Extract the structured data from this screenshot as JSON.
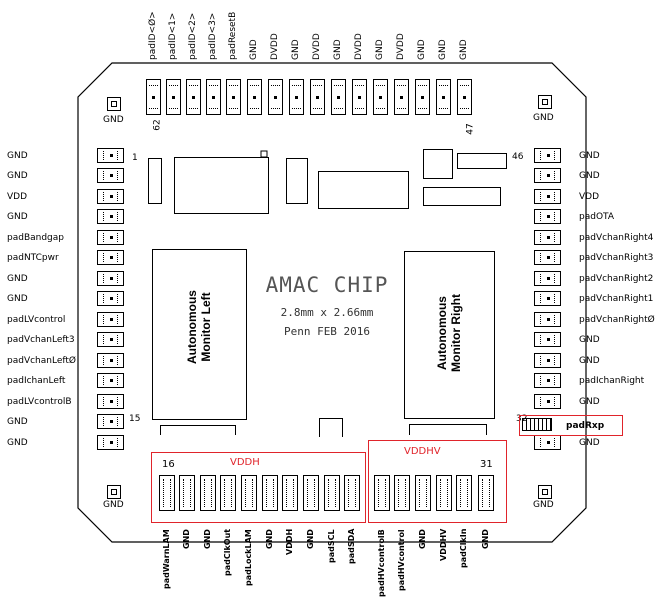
{
  "chip_title": "AMAC CHIP",
  "chip_size": "2.8mm x 2.66mm",
  "chip_org": "Penn FEB 2016",
  "monitor_left": [
    "Autonomous",
    "Monitor Left"
  ],
  "monitor_right": [
    "Autonomous",
    "Monitor Right"
  ],
  "corner_gnd": "GND",
  "left_pins": [
    "GND",
    "GND",
    "VDD",
    "GND",
    "padBandgap",
    "padNTCpwr",
    "GND",
    "GND",
    "padLVcontrol",
    "padVchanLeft3",
    "padVchanLeftØ",
    "padIchanLeft",
    "padLVcontrolB",
    "GND",
    "GND"
  ],
  "right_pins": [
    "GND",
    "GND",
    "VDD",
    "padOTA",
    "padVchanRight4",
    "padVchanRight3",
    "padVchanRight2",
    "padVchanRight1",
    "padVchanRightØ",
    "GND",
    "GND",
    "padIchanRight",
    "GND",
    "padRxp",
    "GND"
  ],
  "top_pins": [
    "padID<Ø>",
    "padID<1>",
    "padID<2>",
    "padID<3>",
    "padResetB",
    "GND",
    "DVDD",
    "GND",
    "DVDD",
    "GND",
    "DVDD",
    "GND",
    "DVDD",
    "GND",
    "GND",
    "GND"
  ],
  "bottom_pins_vddh": [
    "padWarnLAM",
    "GND",
    "GND",
    "padClkOut",
    "padLockLAM",
    "GND",
    "VDDH",
    "GND",
    "padSCL",
    "padSDA"
  ],
  "bottom_pins_vddhv": [
    "padHVcontrolB",
    "padHVcontrol",
    "GND",
    "VDDHV",
    "padClkIn",
    "GND"
  ],
  "group_vddh": "VDDH",
  "group_vddhv": "VDDHV",
  "pin_numbers": {
    "n1": "1",
    "n15": "15",
    "n16": "16",
    "n31": "31",
    "n32": "32",
    "n46": "46",
    "n47": "47",
    "n62": "62"
  },
  "highlight_color": "#e0242b"
}
